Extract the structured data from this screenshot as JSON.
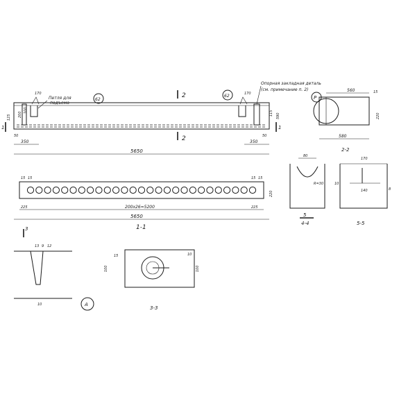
{
  "main_view": {
    "label_loop": "Петля для",
    "label_loop2": "подъема",
    "badge_left": "62",
    "badge_right": "62",
    "label_support": "Опорная закладная деталь",
    "label_support2": "(см. примечание п. 2)",
    "cut_top": "2",
    "cut_bottom": "2",
    "dim_total": "5650",
    "dim_left_350": "350",
    "dim_right_350": "350",
    "dim_50_left": "50",
    "dim_50_right": "50",
    "dim_170_left": "170",
    "dim_170_right": "170",
    "dim_590": "590",
    "dim_115": "115",
    "dim_125": "125",
    "dim_200": "200",
    "dim_100": "100",
    "cut_1_left": "1",
    "cut_1_right": "1"
  },
  "section_2_2": {
    "title": "2-2",
    "badge": "P",
    "dim_560": "560",
    "dim_15": "15",
    "dim_580": "580",
    "dim_220": "220"
  },
  "section_1_1": {
    "title": "1-1",
    "dim_15a": "15",
    "dim_15b": "15",
    "dim_15c": "15",
    "dim_15d": "15",
    "dim_225": "225",
    "dim_pitch": "200x26=5200",
    "dim_225b": "225",
    "dim_total": "5650",
    "dim_220": "220"
  },
  "detail_4_4": {
    "title": "4-4",
    "dim_80": "80",
    "dim_r": "R=30",
    "cut": "5"
  },
  "section_5_5": {
    "title": "5-5",
    "dim_170": "170",
    "dim_140": "140",
    "dim_8": "8",
    "dim_10": "10"
  },
  "detail_a": {
    "title": "A",
    "cut": "3",
    "dim_13": "13",
    "dim_9": "9",
    "dim_12": "12",
    "dim_10": "10"
  },
  "section_3_3": {
    "title": "3-3",
    "dim_10": "10",
    "dim_100": "100",
    "dim_100b": "100",
    "dim_15": "15"
  }
}
